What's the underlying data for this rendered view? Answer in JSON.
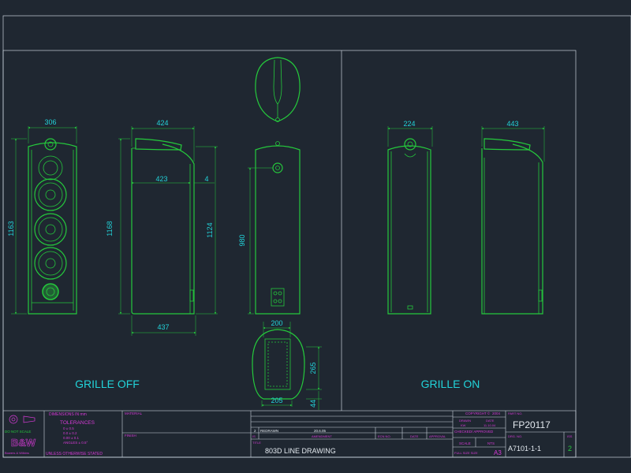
{
  "drawing": {
    "dims": {
      "front_width": "306",
      "front_height": "1163",
      "side_top_width": "424",
      "side_body_width": "423",
      "side_offset": "4",
      "side_height_left": "1168",
      "side_height_right": "1124",
      "side_base_width": "437",
      "rear_height": "980",
      "top_view_width": "224",
      "side_on_width": "443",
      "bottom_width_top": "200",
      "bottom_width_bottom": "205",
      "bottom_height": "265",
      "bottom_offset": "44"
    },
    "labels": {
      "grille_off": "GRILLE OFF",
      "grille_on": "GRILLE ON"
    }
  },
  "title_block": {
    "dimensions_note": "DIMENSIONS IN mm",
    "do_not_scale": "DO NOT SCALE",
    "tolerances": "TOLERANCES",
    "tol_rows": [
      "0    ± 0.5",
      "0.0  ± 0.2",
      "0.00 ± 0.1",
      "ANGLES ± 0.5°"
    ],
    "unless": "UNLESS OTHERWISE STATED",
    "logo_text": "B&W",
    "company": "Bowers & Wilkins",
    "material_label": "MATERIAL",
    "finish_label": "FINISH",
    "revision_row": [
      "2",
      "REDRAWN",
      "20.6.05"
    ],
    "issue_label": "IS",
    "amendment_label": "AMENDMENT",
    "ecn_label": "ECN NO.",
    "date_label": "DATE",
    "approval_label": "APPROVAL",
    "title_label": "TITLE",
    "title": "803D LINE DRAWING",
    "copyright": "COPYRIGHT ©",
    "copyright_year": "2004",
    "drawn_label": "DRAWN",
    "drawn_by": "KW",
    "drawn_date_label": "DATE",
    "drawn_date": "11.10.04",
    "checked_label": "CHECKED/ APPROVED",
    "scale_label": "SCALE",
    "scale_value": "NTS",
    "sheet_label": "FULL SIZE SIZE",
    "sheet_size": "A3",
    "part_no_label": "PART NO.",
    "part_no": "FP20117",
    "drg_no_label": "DRG. NO.",
    "drg_no": "A7101-1-1",
    "iss_label": "ISS",
    "iss_value": "2"
  }
}
